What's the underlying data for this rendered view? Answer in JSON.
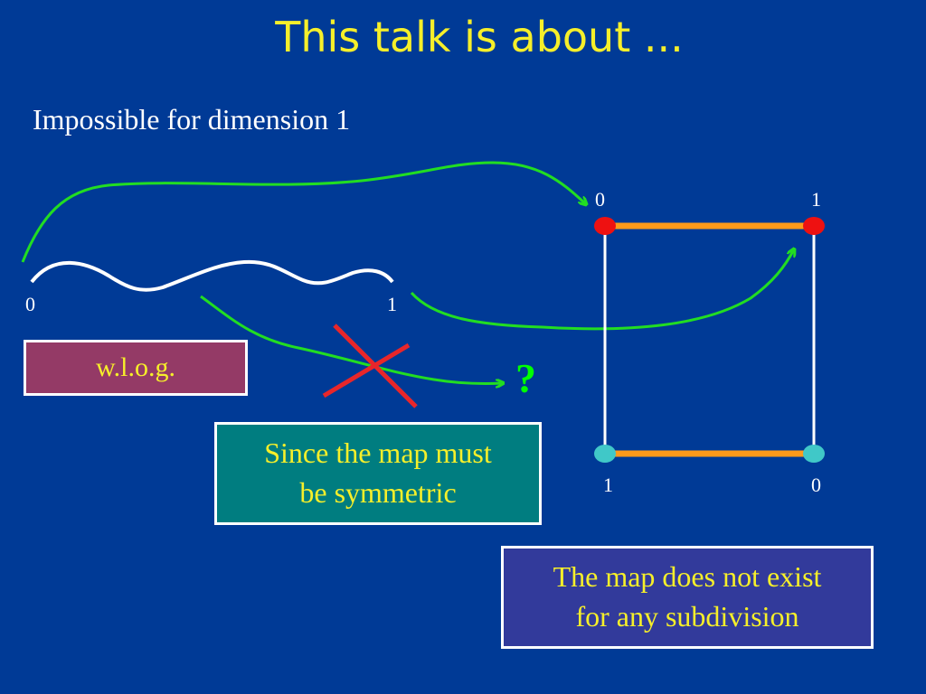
{
  "slide": {
    "title": "This talk is about ...",
    "subtitle": "Impossible for dimension 1"
  },
  "interval": {
    "left_label": "0",
    "right_label": "1"
  },
  "square": {
    "top_left_label": "0",
    "top_right_label": "1",
    "bottom_left_label": "1",
    "bottom_right_label": "0"
  },
  "boxes": {
    "wlog": "w.l.o.g.",
    "symmetric_line1": "Since the map must",
    "symmetric_line2": "be symmetric",
    "not_exist_line1": "The map does not exist",
    "not_exist_line2": "for any subdivision"
  },
  "question_mark": "?",
  "colors": {
    "background": "#003a96",
    "title_text": "#f6ef2a",
    "arrow": "#22dd22",
    "cross": "#e8262a",
    "orange_edge": "#ff9a1a",
    "red_vertex": "#ee1111",
    "cyan_vertex": "#40c8c8",
    "wlog_box": "#943a66",
    "symmetric_box": "#007d80",
    "not_exist_box": "#323a9b"
  }
}
